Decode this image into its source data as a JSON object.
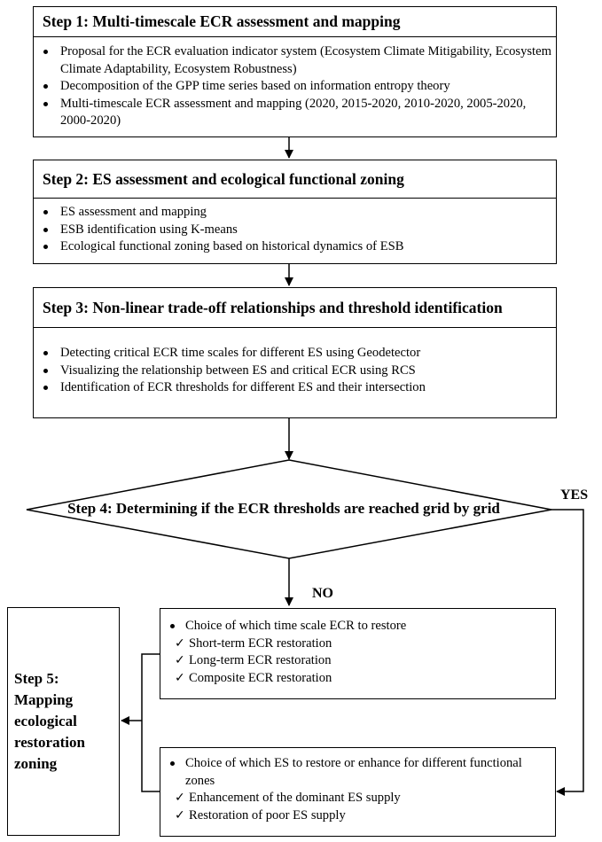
{
  "steps": [
    {
      "title": "Step 1: Multi-timescale ECR assessment and mapping",
      "bullets": [
        "Proposal for the ECR evaluation indicator system (Ecosystem Climate Mitigability, Ecosystem Climate Adaptability, Ecosystem Robustness)",
        "Decomposition of the GPP time series  based on information entropy theory",
        "Multi-timescale ECR assessment and mapping (2020, 2015-2020, 2010-2020, 2005-2020, 2000-2020)"
      ]
    },
    {
      "title": "Step 2: ES assessment and ecological functional zoning",
      "bullets": [
        "ES assessment and mapping",
        "ESB identification using K-means",
        "Ecological functional zoning based on historical dynamics of ESB"
      ]
    },
    {
      "title": "Step 3: Non-linear trade-off relationships and threshold identification",
      "bullets": [
        "Detecting critical ECR time scales for different ES using Geodetector",
        "Visualizing the relationship between ES and critical  ECR using RCS",
        "Identification of ECR thresholds for different ES and their intersection"
      ]
    }
  ],
  "decision": {
    "text": "Step 4: Determining if the ECR thresholds are reached grid by grid",
    "yes_label": "YES",
    "no_label": "NO"
  },
  "restore_timescale": {
    "bullet": "Choice of which time scale ECR to restore",
    "checks": [
      "Short-term ECR restoration",
      "Long-term  ECR restoration",
      "Composite ECR restoration"
    ]
  },
  "restore_es": {
    "bullet": "Choice of which ES to restore or enhance for different functional zones",
    "checks": [
      "Enhancement of the dominant ES supply",
      "Restoration of poor ES supply"
    ]
  },
  "step5": {
    "lines": [
      "Step 5:",
      "Mapping",
      "ecological",
      "restoration",
      "zoning"
    ]
  }
}
